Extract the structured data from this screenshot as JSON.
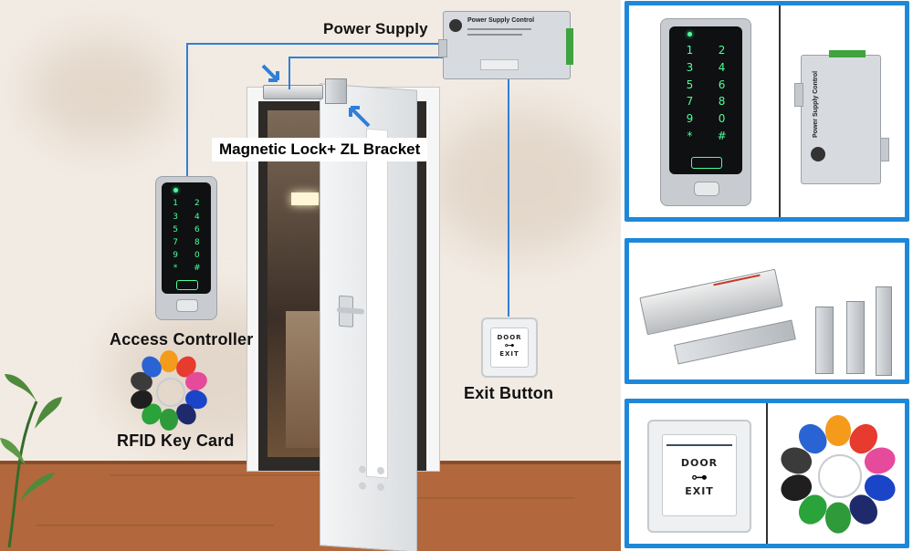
{
  "scene": {
    "labels": {
      "power_supply": "Power Supply",
      "magnetic_lock": "Magnetic Lock+ ZL Bracket",
      "access_controller": "Access Controller",
      "exit_button": "Exit Button",
      "rfid_key_card": "RFID Key Card"
    },
    "keypad_keys": [
      "1",
      "2",
      "3",
      "4",
      "5",
      "6",
      "7",
      "8",
      "9",
      "0",
      "*",
      "#"
    ],
    "psu_title": "Power Supply Control",
    "exit_button_text": {
      "top": "DOOR",
      "bottom": "EXIT"
    },
    "colors": {
      "panel_border": "#1e88d8",
      "wire": "#2f7fd8",
      "keypad_glow": "#4dff9a",
      "floor": "#b2683c",
      "wall": "#f2ebe3"
    },
    "fob_colors": [
      "#f59b1c",
      "#e63b2e",
      "#e64a9b",
      "#1a45c8",
      "#1e2a6b",
      "#2f9a3a",
      "#2aa33a",
      "#1f1f1f",
      "#3b3b3b",
      "#2a64d4"
    ]
  },
  "right_panels": {
    "top": {
      "psu_title": "Power Supply Control"
    },
    "bottom": {
      "exit_text": {
        "top": "DOOR",
        "bottom": "EXIT"
      }
    }
  }
}
